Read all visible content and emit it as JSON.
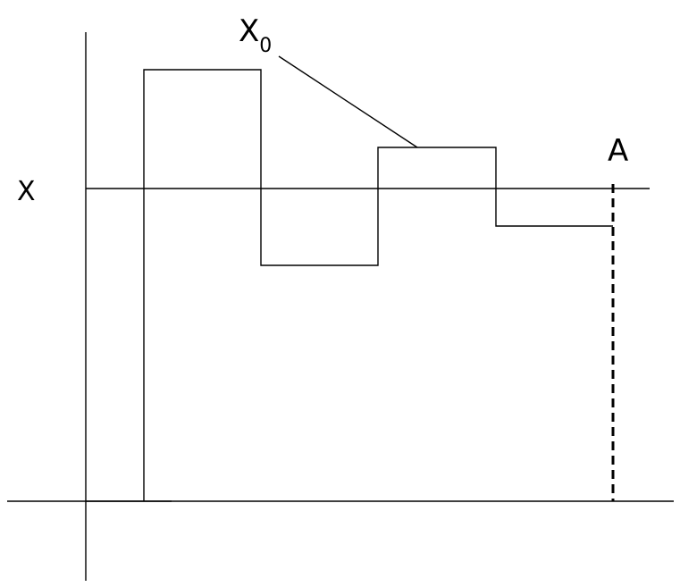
{
  "diagram": {
    "labels": {
      "x_level": "X",
      "x0_base": "X",
      "x0_subscript": "0",
      "point_a": "A"
    },
    "colors": {
      "stroke": "#000000",
      "background": "#ffffff"
    }
  }
}
